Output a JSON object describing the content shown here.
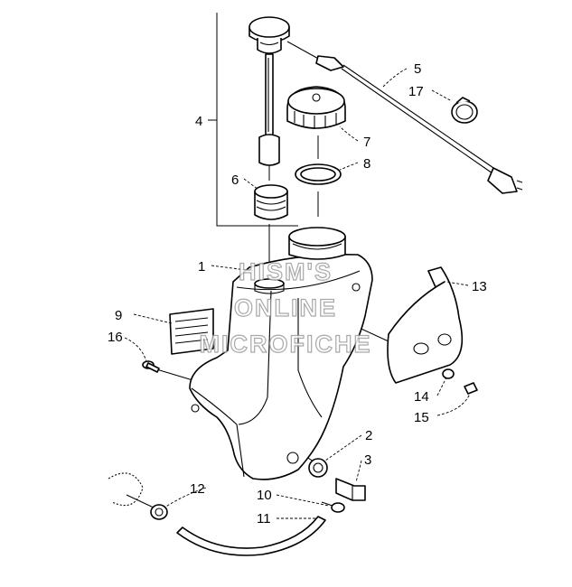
{
  "callouts": [
    {
      "id": "c1",
      "text": "1"
    },
    {
      "id": "c2",
      "text": "2"
    },
    {
      "id": "c3",
      "text": "3"
    },
    {
      "id": "c4",
      "text": "4"
    },
    {
      "id": "c5",
      "text": "5"
    },
    {
      "id": "c6",
      "text": "6"
    },
    {
      "id": "c7",
      "text": "7"
    },
    {
      "id": "c8",
      "text": "8"
    },
    {
      "id": "c9",
      "text": "9"
    },
    {
      "id": "c10",
      "text": "10"
    },
    {
      "id": "c11",
      "text": "11"
    },
    {
      "id": "c12",
      "text": "12"
    },
    {
      "id": "c13",
      "text": "13"
    },
    {
      "id": "c14",
      "text": "14"
    },
    {
      "id": "c15",
      "text": "15"
    },
    {
      "id": "c16",
      "text": "16"
    },
    {
      "id": "c17",
      "text": "17"
    }
  ],
  "watermark": {
    "line1": "HISM'S",
    "line2": "ONLINE",
    "line3": "MICROFICHE"
  }
}
